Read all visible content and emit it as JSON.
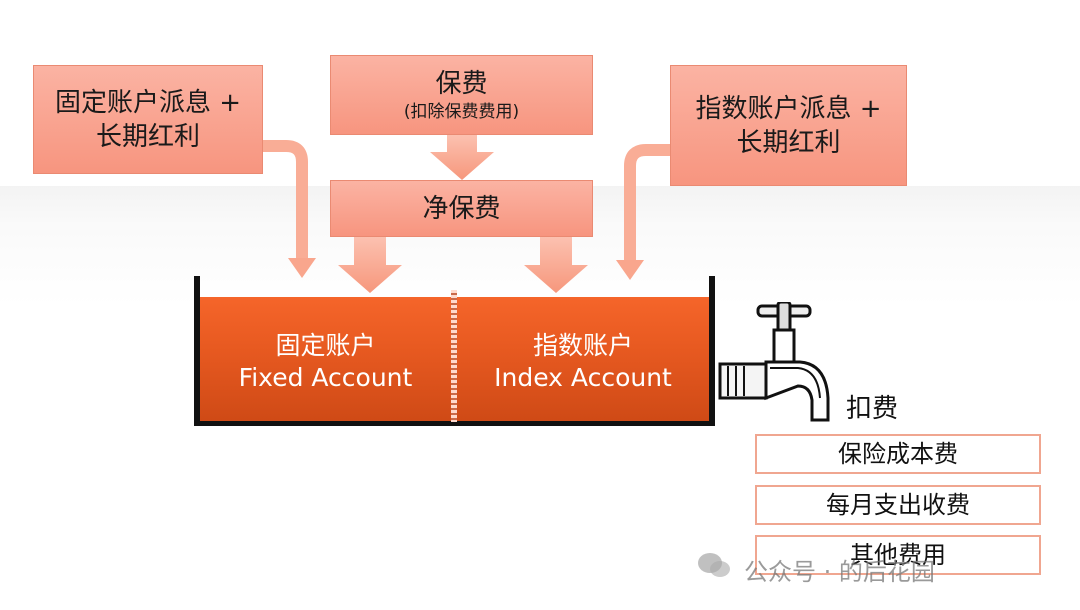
{
  "top_boxes": {
    "left": {
      "line1": "固定账户派息 +",
      "line2": "长期红利"
    },
    "premium": {
      "title": "保费",
      "subtitle": "(扣除保费费用)"
    },
    "right": {
      "line1": "指数账户派息 +",
      "line2": "长期红利"
    }
  },
  "net_premium": "净保费",
  "accounts": {
    "fixed": {
      "cn": "固定账户",
      "en": "Fixed Account"
    },
    "index": {
      "cn": "指数账户",
      "en": "Index Account"
    }
  },
  "deduction": {
    "label": "扣费",
    "fees": [
      "保险成本费",
      "每月支出收费",
      "其他费用"
    ]
  },
  "watermark": "公众号 · 的后花园",
  "colors": {
    "box_fill": "#f7957f",
    "arrow": "#f8a88f",
    "liquid": "#e85a21",
    "fee_border": "#f0a690"
  },
  "icons": [
    "faucet-icon",
    "wechat-icon"
  ]
}
